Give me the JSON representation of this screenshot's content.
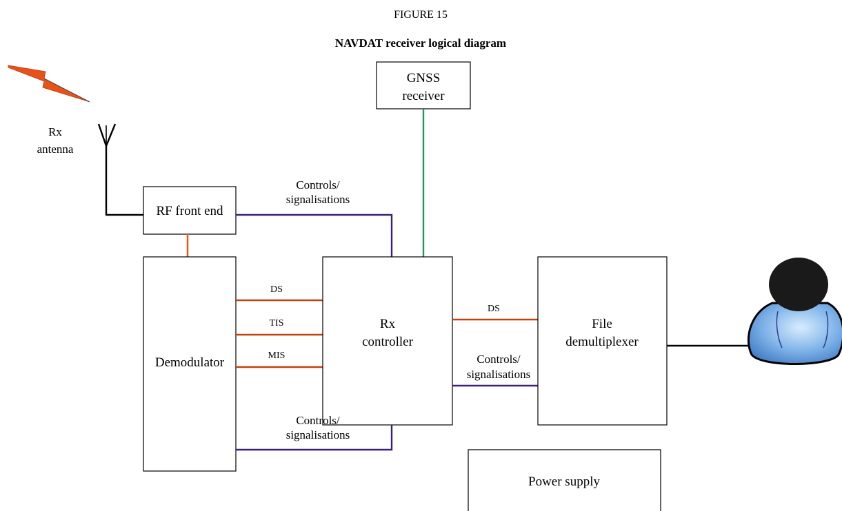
{
  "figure": {
    "number": "FIGURE 15",
    "title": "NAVDAT receiver logical diagram"
  },
  "blocks": {
    "gnss": [
      "GNSS",
      "receiver"
    ],
    "antenna": [
      "Rx",
      "antenna"
    ],
    "rf_front_end": "RF front end",
    "demodulator": "Demodulator",
    "rx_controller": [
      "Rx",
      "controller"
    ],
    "file_demux": [
      "File",
      "demultiplexer"
    ],
    "power_supply": "Power supply"
  },
  "links": {
    "rf_to_controller": [
      "Controls/",
      "signalisations"
    ],
    "demod_ds": "DS",
    "demod_tis": "TIS",
    "demod_mis": "MIS",
    "demod_controls": [
      "Controls/",
      "signalisations"
    ],
    "ctrl_ds": "DS",
    "ctrl_controls": [
      "Controls/",
      "signalisations"
    ]
  },
  "colors": {
    "data_link": "#c2410c",
    "rf_link": "#e06020",
    "control_link": "#3b1f7a",
    "gnss_link": "#1f9a4e",
    "user_body": "#4a8fd6"
  },
  "icons": {
    "signal": "lightning-icon",
    "antenna": "antenna-icon",
    "user": "user-icon"
  }
}
